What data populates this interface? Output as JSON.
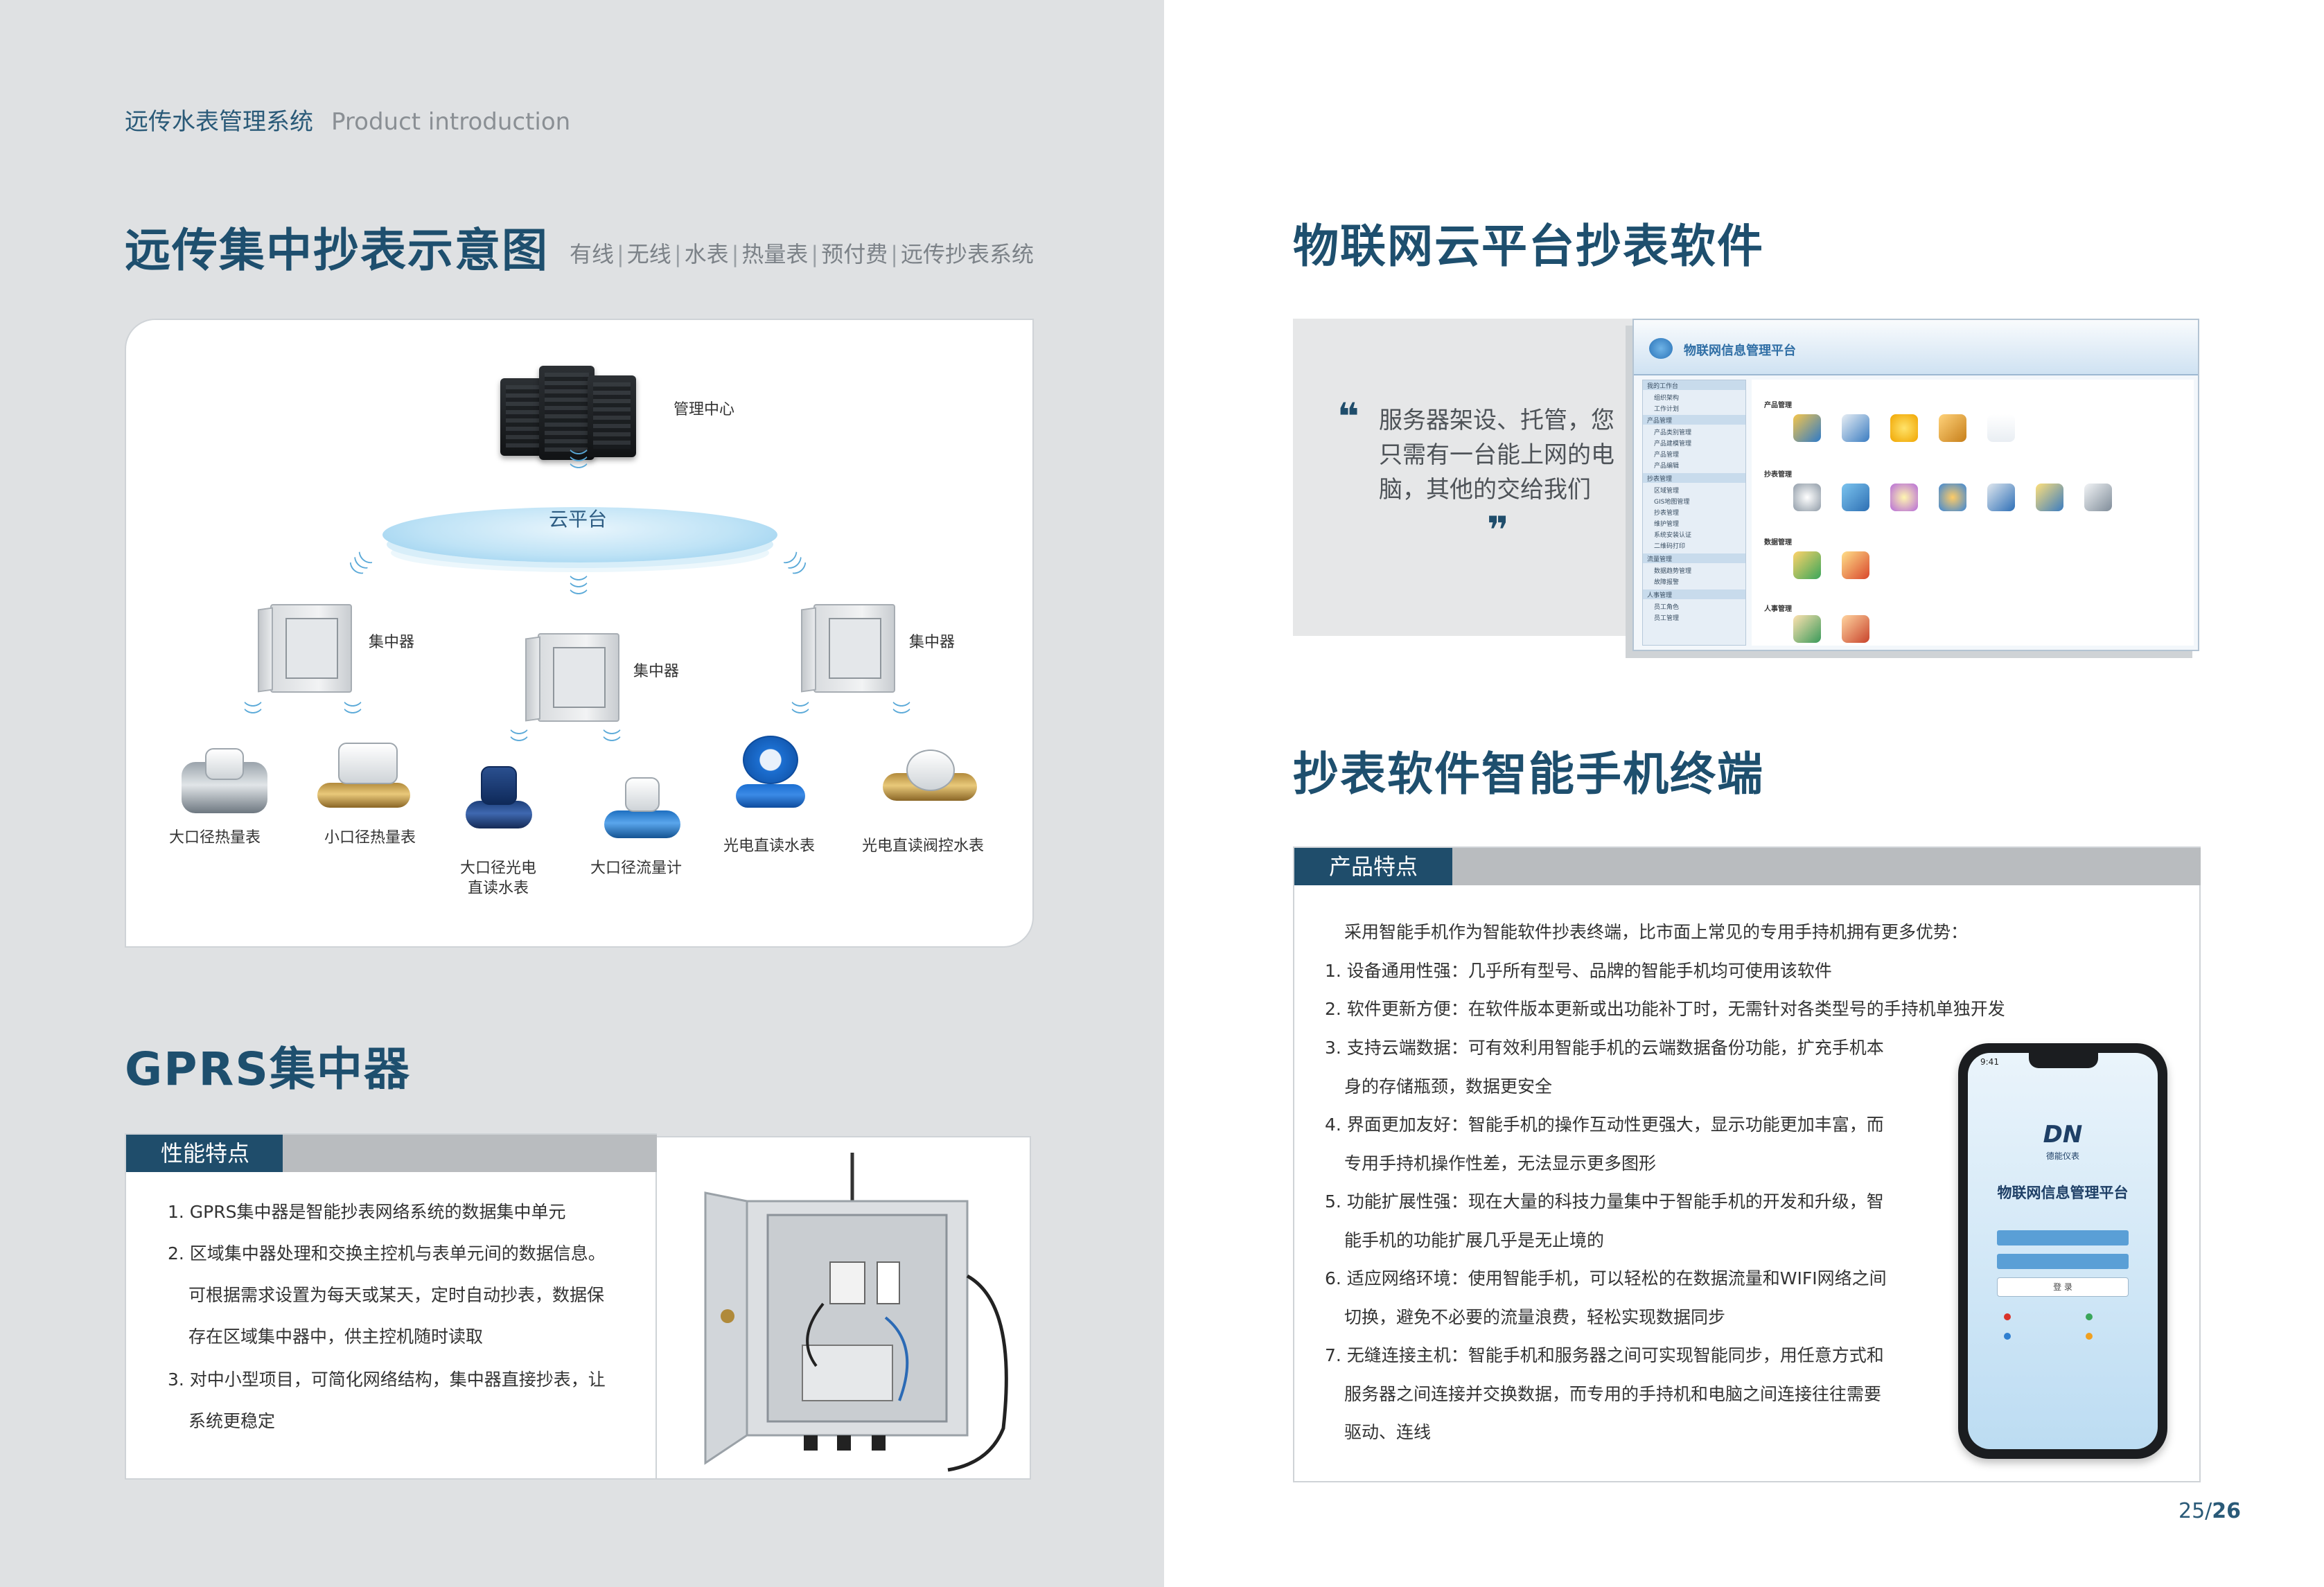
{
  "header": {
    "title_cn": "远传水表管理系统",
    "title_en": "Product introduction"
  },
  "diagram": {
    "heading": "远传集中抄表示意图",
    "tags": [
      "有线",
      "无线",
      "水表",
      "热量表",
      "预付费",
      "远传抄表系统"
    ],
    "labels": {
      "center": "管理中心",
      "cloud": "云平台",
      "concentrator": "集中器",
      "meter1": "大口径热量表",
      "meter2": "小口径热量表",
      "meter3_line1": "大口径光电",
      "meter3_line2": "直读水表",
      "meter4": "大口径流量计",
      "meter5": "光电直读水表",
      "meter6": "光电直读阀控水表"
    }
  },
  "gprs": {
    "heading": "GPRS集中器",
    "tab": "性能特点",
    "items": [
      "1. GPRS集中器是智能抄表网络系统的数据集中单元",
      "2. 区域集中器处理和交换主控机与表单元间的数据信息。",
      "可根据需求设置为每天或某天，定时自动抄表，数据保",
      "存在区域集中器中，供主控机随时读取",
      "3. 对中小型项目，可简化网络结构，集中器直接抄表，让",
      "系统更稳定"
    ]
  },
  "cloud_software": {
    "heading": "物联网云平台抄表软件",
    "quote": "服务器架设、托管，您只需有一台能上网的电脑，其他的交给我们",
    "quote_open": "❝",
    "quote_close": "❞",
    "screen_title": "物联网信息管理平台",
    "side_items": [
      "我的工作台",
      "组织架构",
      "工作计划",
      "产品管理",
      "产品类别管理",
      "产品建模管理",
      "产品管理",
      "产品编辑",
      "抄表管理",
      "区域管理",
      "GIS地图管理",
      "抄表管理",
      "维护管理",
      "系统安装认证",
      "二维码打印",
      "流量管理",
      "数据趋势管理",
      "故障报警",
      "人事管理",
      "员工角色",
      "员工管理"
    ],
    "groups": [
      "产品管理",
      "抄表管理",
      "数据管理",
      "人事管理"
    ]
  },
  "phone_terminal": {
    "heading": "抄表软件智能手机终端",
    "tab": "产品特点",
    "intro": "采用智能手机作为智能软件抄表终端，比市面上常见的专用手持机拥有更多优势：",
    "items": [
      "1. 设备通用性强：几乎所有型号、品牌的智能手机均可使用该软件",
      "2. 软件更新方便：在软件版本更新或出功能补丁时，无需针对各类型号的手持机单独开发",
      "3. 支持云端数据：可有效利用智能手机的云端数据备份功能，扩充手机本",
      "身的存储瓶颈，数据更安全",
      "4. 界面更加友好：智能手机的操作互动性更强大，显示功能更加丰富，而",
      "专用手持机操作性差，无法显示更多图形",
      "5. 功能扩展性强：现在大量的科技力量集中于智能手机的开发和升级，智",
      "能手机的功能扩展几乎是无止境的",
      "6. 适应网络环境：使用智能手机，可以轻松的在数据流量和WIFI网络之间",
      "切换，避免不必要的流量浪费，轻松实现数据同步",
      "7. 无缝连接主机：智能手机和服务器之间可实现智能同步，用任意方式和",
      "服务器之间连接并交换数据，而专用的手持机和电脑之间连接往往需要",
      "驱动、连线"
    ],
    "phone": {
      "status_time": "9:41",
      "logo": "DN",
      "brand": "德能仪表",
      "title": "物联网信息管理平台",
      "login": "登  录"
    }
  },
  "page": {
    "current": "25/",
    "total": "26"
  },
  "colors": {
    "accent": "#1f4d6b",
    "left_bg": "#dfe1e3",
    "tab_gray": "#b9bcbf"
  }
}
